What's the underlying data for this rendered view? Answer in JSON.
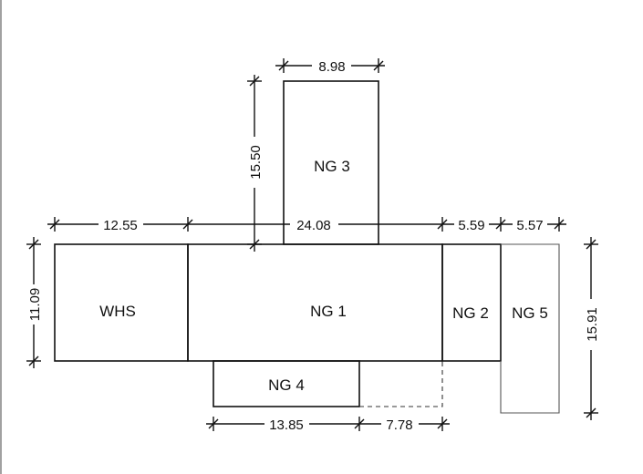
{
  "rooms": {
    "whs": "WHS",
    "ng1": "NG 1",
    "ng2": "NG 2",
    "ng3": "NG 3",
    "ng4": "NG 4",
    "ng5": "NG 5"
  },
  "dimensions": {
    "top_ng3": "8.98",
    "vertical_ng3": "15.50",
    "whs_width": "12.55",
    "ng1_width": "24.08",
    "ng2_width": "5.59",
    "ng5_width": "5.57",
    "left_height": "11.09",
    "right_height": "15.91",
    "bottom_ng4": "13.85",
    "bottom_extra": "7.78"
  }
}
